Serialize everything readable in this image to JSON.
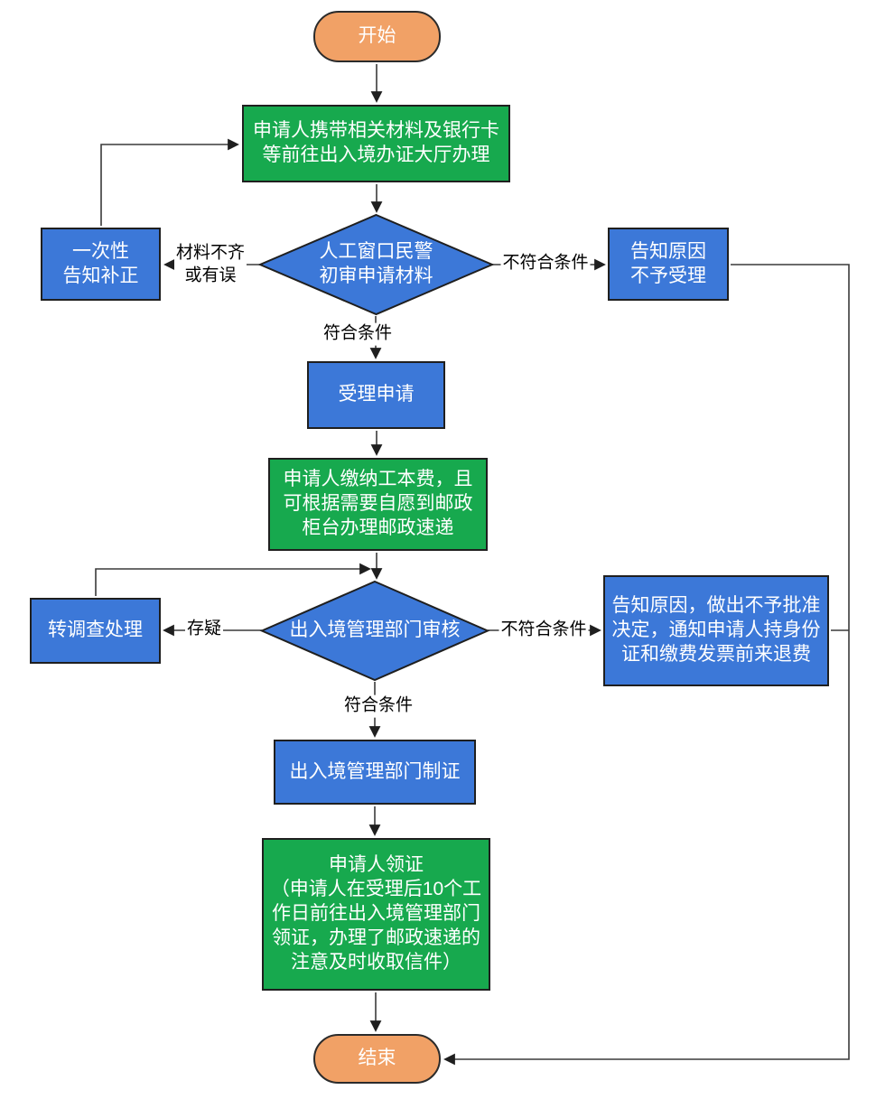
{
  "diagram": {
    "type": "flowchart",
    "language": "zh-CN",
    "topic": "出入境办证大厅办理流程"
  },
  "colors": {
    "process_green": "#17A94E",
    "action_blue": "#3C78D8",
    "terminal_orange": "#F1A166",
    "node_border": "#1f1f1f",
    "connector": "#333333",
    "node_text": "#ffffff",
    "label_text": "#000000",
    "background": "#ffffff"
  },
  "nodes": {
    "start": {
      "label": "开始",
      "shape": "terminator"
    },
    "visit_hall": {
      "label": "申请人携带相关材料及银行卡\n等前往出入境办证大厅办理",
      "shape": "process"
    },
    "supplement": {
      "label": "一次性\n告知补正",
      "shape": "process"
    },
    "screen": {
      "label": "人工窗口民警\n初审申请材料",
      "shape": "decision"
    },
    "reject_intake": {
      "label": "告知原因\n不予受理",
      "shape": "process"
    },
    "accept": {
      "label": "受理申请",
      "shape": "process"
    },
    "pay_fee": {
      "label": "申请人缴纳工本费，且\n可根据需要自愿到邮政\n柜台办理邮政速递",
      "shape": "process"
    },
    "investigate": {
      "label": "转调查处理",
      "shape": "process"
    },
    "review": {
      "label": "出入境管理部门审核",
      "shape": "decision"
    },
    "reject_refund": {
      "label": "告知原因，做出不予批准\n决定，通知申请人持身份\n证和缴费发票前来退费",
      "shape": "process"
    },
    "make_cert": {
      "label": "出入境管理部门制证",
      "shape": "process"
    },
    "get_cert": {
      "label": "申请人领证\n（申请人在受理后10个工\n作日前往出入境管理部门\n领证，办理了邮政速递的\n注意及时收取信件）",
      "shape": "process"
    },
    "end": {
      "label": "结束",
      "shape": "terminator"
    }
  },
  "edge_labels": {
    "materials_bad": "材料不齐\n或有误",
    "not_eligible_1": "不符合条件",
    "eligible_1": "符合条件",
    "doubt": "存疑",
    "not_eligible_2": "不符合条件",
    "eligible_2": "符合条件"
  },
  "edges": [
    {
      "from": "start",
      "to": "visit_hall",
      "label": ""
    },
    {
      "from": "visit_hall",
      "to": "screen",
      "label": ""
    },
    {
      "from": "screen",
      "to": "supplement",
      "label": "材料不齐或有误"
    },
    {
      "from": "screen",
      "to": "reject_intake",
      "label": "不符合条件"
    },
    {
      "from": "screen",
      "to": "accept",
      "label": "符合条件"
    },
    {
      "from": "supplement",
      "to": "visit_hall",
      "label": ""
    },
    {
      "from": "accept",
      "to": "pay_fee",
      "label": ""
    },
    {
      "from": "pay_fee",
      "to": "review",
      "label": ""
    },
    {
      "from": "review",
      "to": "investigate",
      "label": "存疑"
    },
    {
      "from": "investigate",
      "to": "review",
      "label": ""
    },
    {
      "from": "review",
      "to": "reject_refund",
      "label": "不符合条件"
    },
    {
      "from": "review",
      "to": "make_cert",
      "label": "符合条件"
    },
    {
      "from": "make_cert",
      "to": "get_cert",
      "label": ""
    },
    {
      "from": "get_cert",
      "to": "end",
      "label": ""
    },
    {
      "from": "reject_intake",
      "to": "end",
      "label": ""
    },
    {
      "from": "reject_refund",
      "to": "end",
      "label": ""
    }
  ]
}
